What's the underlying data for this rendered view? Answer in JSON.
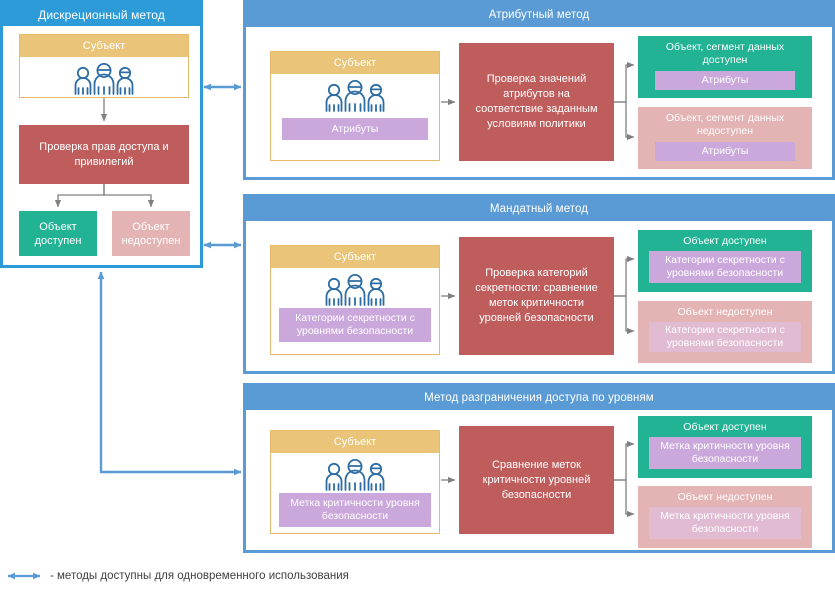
{
  "labels": {
    "subject": "Субъект",
    "attributes": "Атрибуты",
    "secrecy_categories": "Категории секретности с уровнями безопасности",
    "criticality_label": "Метка критичности уровня безопасности"
  },
  "left_panel": {
    "title": "Дискреционный метод",
    "subject_title": "Субъект",
    "process": "Проверка прав доступа и привилегий",
    "outcome_allowed": "Объект доступен",
    "outcome_denied": "Объект недоступен"
  },
  "panels": [
    {
      "title": "Атрибутный метод",
      "subject_title": "Субъект",
      "subject_chip": "Атрибуты",
      "process": "Проверка значений атрибутов на соответствие заданным условиям политики",
      "allowed_title": "Объект, сегмент данных доступен",
      "allowed_chip": "Атрибуты",
      "denied_title": "Объект, сегмент данных недоступен",
      "denied_chip": "Атрибуты"
    },
    {
      "title": "Мандатный метод",
      "subject_title": "Субъект",
      "subject_chip": "Категории секретности с уровнями безопасности",
      "process": "Проверка категорий секретности: сравнение меток критичности уровней безопасности",
      "allowed_title": "Объект доступен",
      "allowed_chip": "Категории секретности с уровнями безопасности",
      "denied_title": "Объект недоступен",
      "denied_chip": "Категории секретности с уровнями безопасности"
    },
    {
      "title": "Метод разграничения доступа по уровням",
      "subject_title": "Субъект",
      "subject_chip": "Метка критичности уровня безопасности",
      "process": "Сравнение меток критичности уровней безопасности",
      "allowed_title": "Объект доступен",
      "allowed_chip": "Метка критичности уровня безопасности",
      "denied_title": "Объект недоступен",
      "denied_chip": "Метка критичности уровня безопасности"
    }
  ],
  "legend": {
    "text": "- методы доступны для одновременного использования",
    "arrow_icon": "double-arrow-icon"
  },
  "icons": {
    "people": "people-group-icon"
  },
  "colors": {
    "panel_left_border": "#2E9BD9",
    "panel_right_border": "#5B9BD5",
    "subject_header": "#EAC478",
    "subject_border": "#E7B96B",
    "process": "#BF5D5D",
    "allowed": "#21B394",
    "denied": "#E4B3B3",
    "chip": "#CBA8DC",
    "connector": "#5B9BD5",
    "arrow_gray": "#808080"
  }
}
